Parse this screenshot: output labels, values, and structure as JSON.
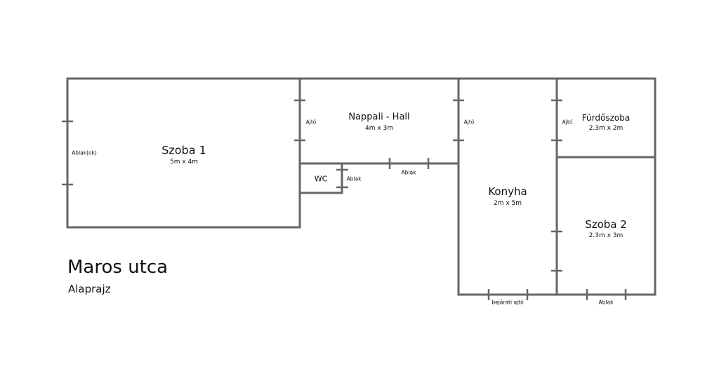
{
  "plan": {
    "title": "Maros utca",
    "subtitle": "Alaprajz",
    "rooms": {
      "szoba1": {
        "name": "Szoba 1",
        "size": "5m x 4m"
      },
      "nappali": {
        "name": "Nappali - Hall",
        "size": "4m x 3m"
      },
      "wc": {
        "name": "WC"
      },
      "konyha": {
        "name": "Konyha",
        "size": "2m x 5m"
      },
      "furdo": {
        "name": "Fürdőszoba",
        "size": "2.3m x 2m"
      },
      "szoba2": {
        "name": "Szoba 2",
        "size": "2.3m x 3m"
      }
    },
    "openings": {
      "ablakok": "Ablak(ok)",
      "ajto1": "Ajtó",
      "ajto2": "Ajtó",
      "ajto3": "Ajtó",
      "wc_ablak": "Ablak",
      "nappali_ablak": "Ablak",
      "bejarati": "bejárati ajtó",
      "szoba2_ablak": "Ablak"
    }
  }
}
